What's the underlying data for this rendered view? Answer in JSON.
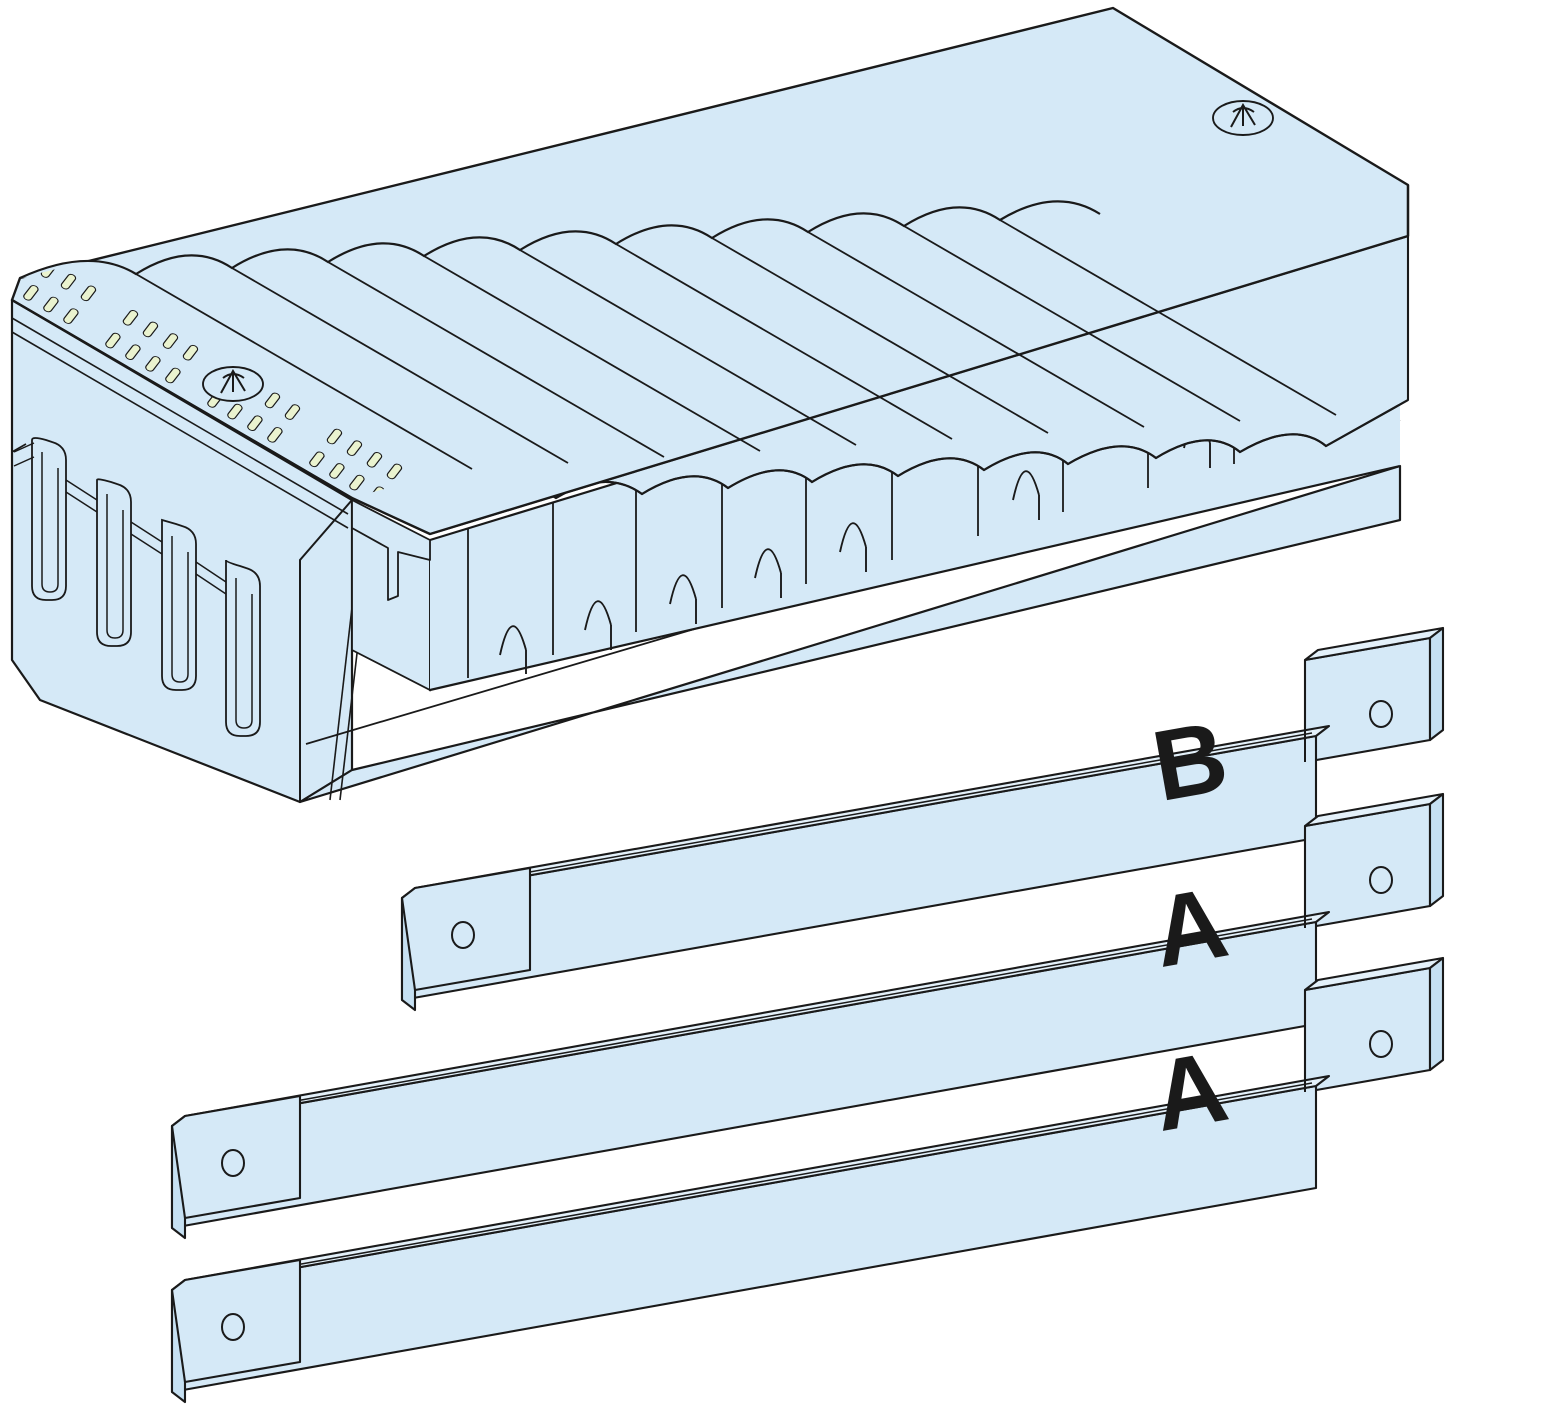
{
  "illustration": {
    "title": "Perforated enclosure assembly with mounting rails",
    "kind": "isometric-exploded-technical-line-drawing",
    "background_color": "#ffffff",
    "fill_color": "#d5e9f7",
    "fill_color_light": "#e4f1fa",
    "fill_color_shade": "#c6e0f2",
    "line_color": "#1a1a1a",
    "label_color": "#1a1a1a",
    "perforation_fill": "#eaf3cf"
  },
  "enclosure": {
    "name": "perforated-enclosure-body",
    "description": "Rectangular enclosure shown in isometric view with perforated top cover, scalloped section dividers, four elongated cable slots on left side face and notched modular block sections on the front face.",
    "top_cover": {
      "name": "perforated-top-cover",
      "sections": 9,
      "perforation_row_pattern": [
        "slot",
        "slot",
        "hole",
        "hole",
        "slot",
        "slot"
      ],
      "fastener_count": 2,
      "fastener_label": "quarter-turn-screw"
    },
    "side_face": {
      "name": "left-side-face",
      "cable_slot_count": 4,
      "slot_shape": "rounded-oblong"
    },
    "front_face": {
      "name": "front-modular-blocks",
      "block_count": 11,
      "notch_count": 7,
      "louvre_band": "perforated-scalloped-band"
    }
  },
  "rails": [
    {
      "id": "rail-b",
      "label": "B",
      "name": "mounting-rail-b",
      "hole_count": 2,
      "length_class": "short",
      "description": "Upper mounting rail with flat end tabs and a circular fixing hole at each end"
    },
    {
      "id": "rail-a-upper",
      "label": "A",
      "name": "mounting-rail-a-upper",
      "hole_count": 2,
      "length_class": "long",
      "description": "Middle mounting rail with flat end tabs and a circular fixing hole at each end"
    },
    {
      "id": "rail-a-lower",
      "label": "A",
      "name": "mounting-rail-a-lower",
      "hole_count": 2,
      "length_class": "long",
      "description": "Lower mounting rail with flat end tabs and a circular fixing hole at each end"
    }
  ]
}
